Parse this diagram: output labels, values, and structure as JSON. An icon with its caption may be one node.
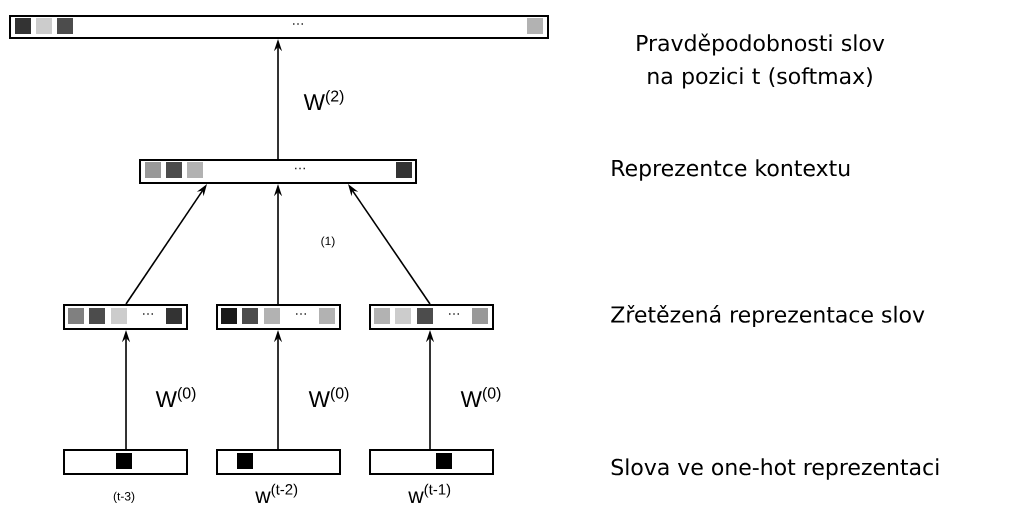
{
  "diagram": {
    "nodes": [
      {
        "text": [
          "…"
        ]
      },
      {
        "text": [
          "…"
        ]
      },
      {
        "text": [
          "…"
        ]
      },
      {
        "text": [
          "…"
        ]
      },
      {
        "text": [
          "…"
        ]
      },
      {
        "text": [],
        "shape": "bar",
        "beside": [
          "(t-3)"
        ]
      },
      {
        "text": [],
        "shape": "bar",
        "beside": [
          "w$^{(t-2)}$"
        ]
      },
      {
        "text": [],
        "shape": "bar",
        "beside": [
          "w$^{(t-1)}$"
        ]
      }
    ],
    "edges": [
      {
        "from": 1,
        "to": 0,
        "arrow": "to",
        "label": "W$^{(2)}$"
      },
      {
        "from": 2,
        "to": 1,
        "arrow": "to"
      },
      {
        "from": 3,
        "to": 1,
        "arrow": "to",
        "label": "(1)"
      },
      {
        "from": 4,
        "to": 1,
        "arrow": "to"
      },
      {
        "from": 5,
        "to": 2,
        "arrow": "to",
        "label": "W$^{(0)}$"
      },
      {
        "from": 6,
        "to": 3,
        "arrow": "to",
        "label": "W$^{(0)}$"
      },
      {
        "from": 7,
        "to": 4,
        "arrow": "to",
        "label": "W$^{(0)}$"
      }
    ],
    "labels": [
      "Pravděpodobnosti slov na pozici t (softmax)",
      "Reprezentce kontextu",
      "Zřetězená reprezentace slov",
      "Slova ve one-hot reprezentaci"
    ]
  }
}
